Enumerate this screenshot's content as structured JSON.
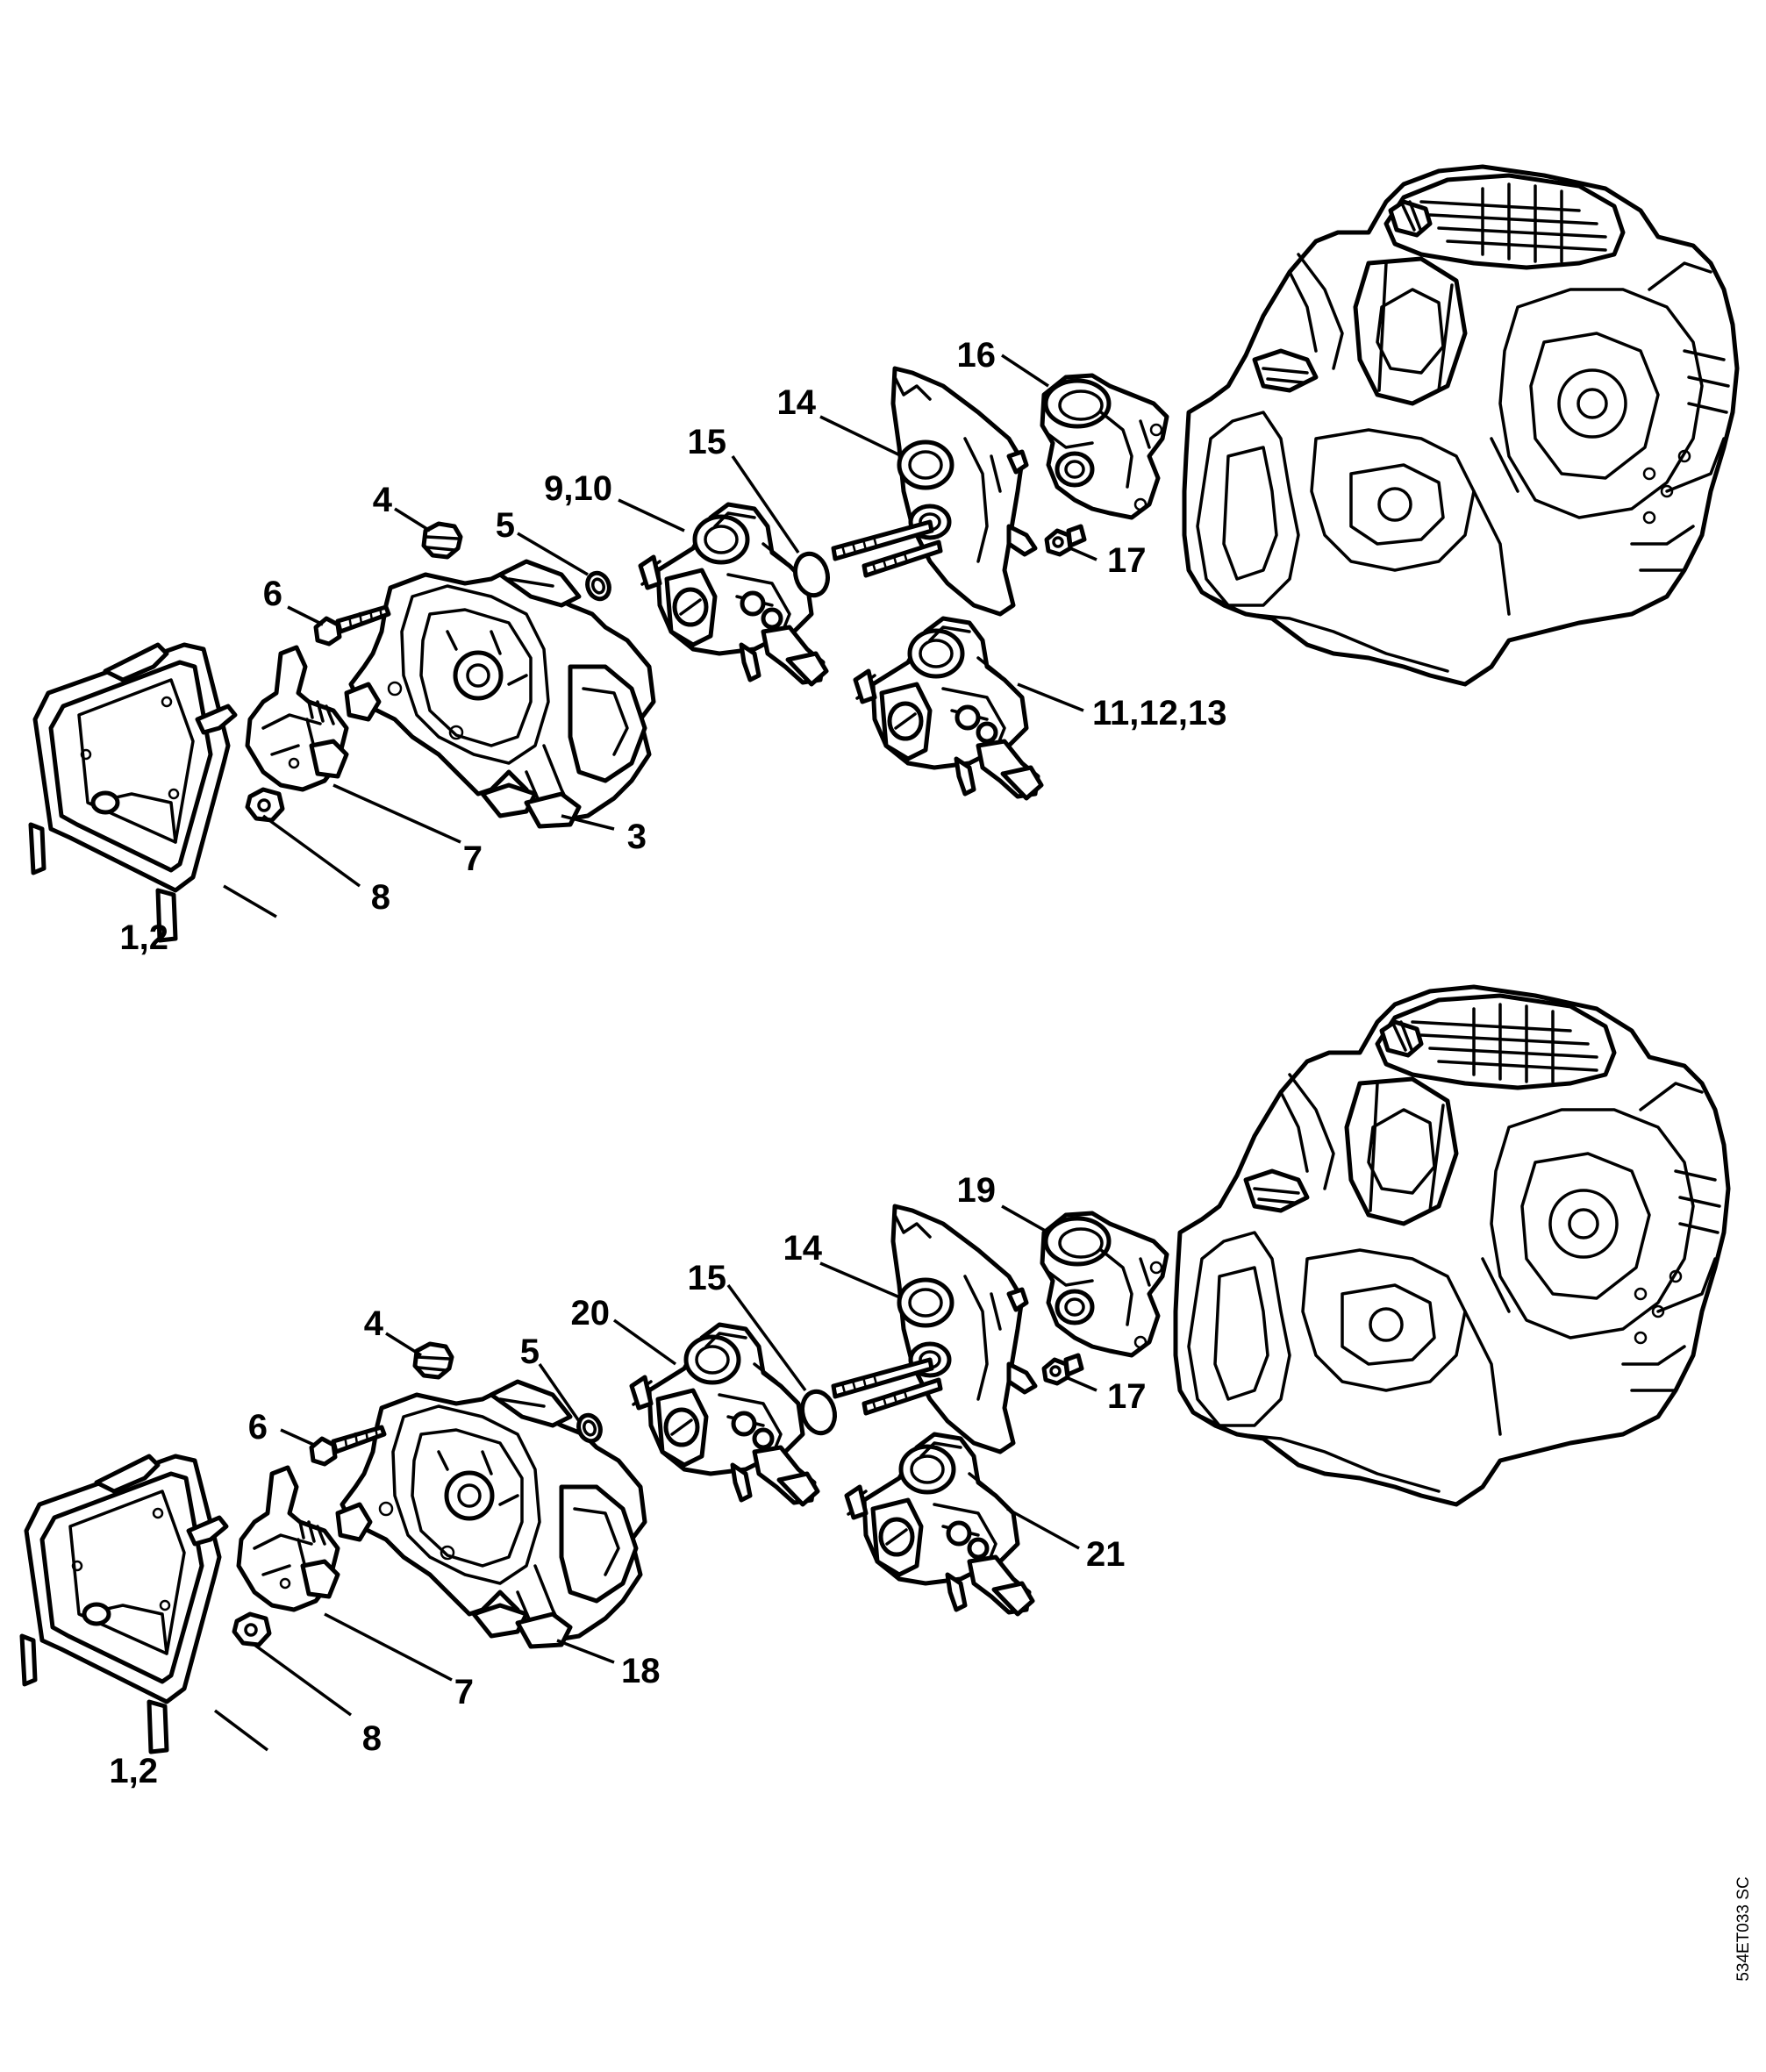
{
  "drawing_id": "534ET033 SC",
  "labels": {
    "top": {
      "l1_2": "1,2",
      "l3": "3",
      "l4": "4",
      "l5": "5",
      "l6": "6",
      "l7": "7",
      "l8": "8",
      "l9_10": "9,10",
      "l11_12_13": "11,12,13",
      "l14": "14",
      "l15": "15",
      "l16": "16",
      "l17": "17"
    },
    "bottom": {
      "l1_2": "1,2",
      "l18": "18",
      "l4": "4",
      "l5": "5",
      "l6": "6",
      "l7": "7",
      "l8": "8",
      "l20": "20",
      "l21": "21",
      "l14": "14",
      "l15": "15",
      "l19": "19",
      "l17": "17"
    }
  }
}
